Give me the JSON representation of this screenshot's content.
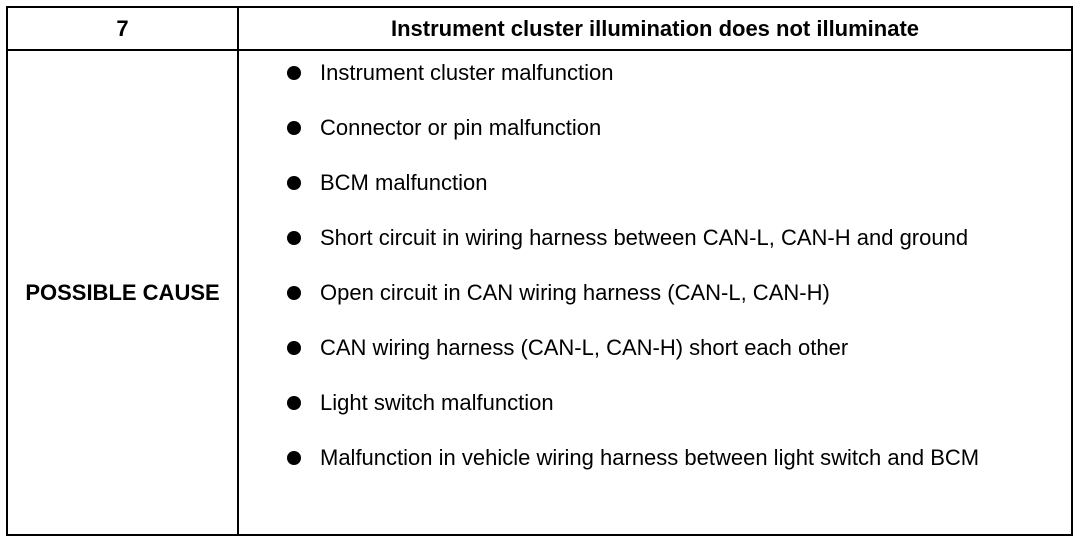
{
  "header": {
    "number": "7",
    "title": "Instrument cluster illumination does not illuminate"
  },
  "possible_cause": {
    "label": "POSSIBLE CAUSE",
    "items": [
      "Instrument cluster malfunction",
      "Connector or pin malfunction",
      "BCM malfunction",
      "Short circuit in wiring harness between CAN-L, CAN-H and ground",
      "Open circuit in CAN wiring harness (CAN-L, CAN-H)",
      "CAN wiring harness (CAN-L, CAN-H) short each other",
      "Light switch malfunction",
      "Malfunction in vehicle wiring harness between light switch and BCM"
    ]
  }
}
